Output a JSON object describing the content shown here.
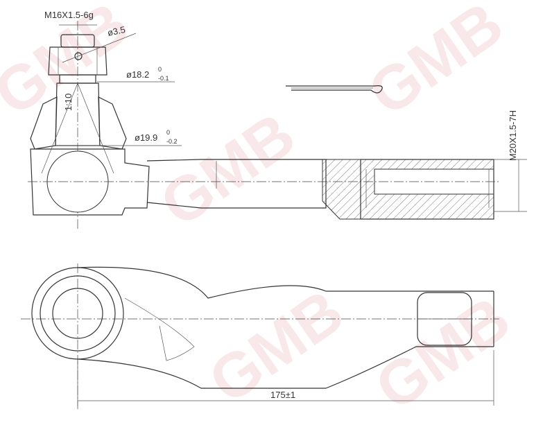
{
  "watermark": "GMB",
  "colors": {
    "line": "#333333",
    "watermark": "#e8b0b5"
  },
  "dimensions": {
    "thread_top": "M16X1.5-6g",
    "hole": "ø3.5",
    "dia1": "ø18.2",
    "dia1_tol_upper": "0",
    "dia1_tol_lower": "-0.1",
    "taper": "1:10",
    "dia2": "ø19.9",
    "dia2_tol_upper": "0",
    "dia2_tol_lower": "-0.2",
    "thread_end": "M20X1.5-7H",
    "length": "175±1"
  }
}
